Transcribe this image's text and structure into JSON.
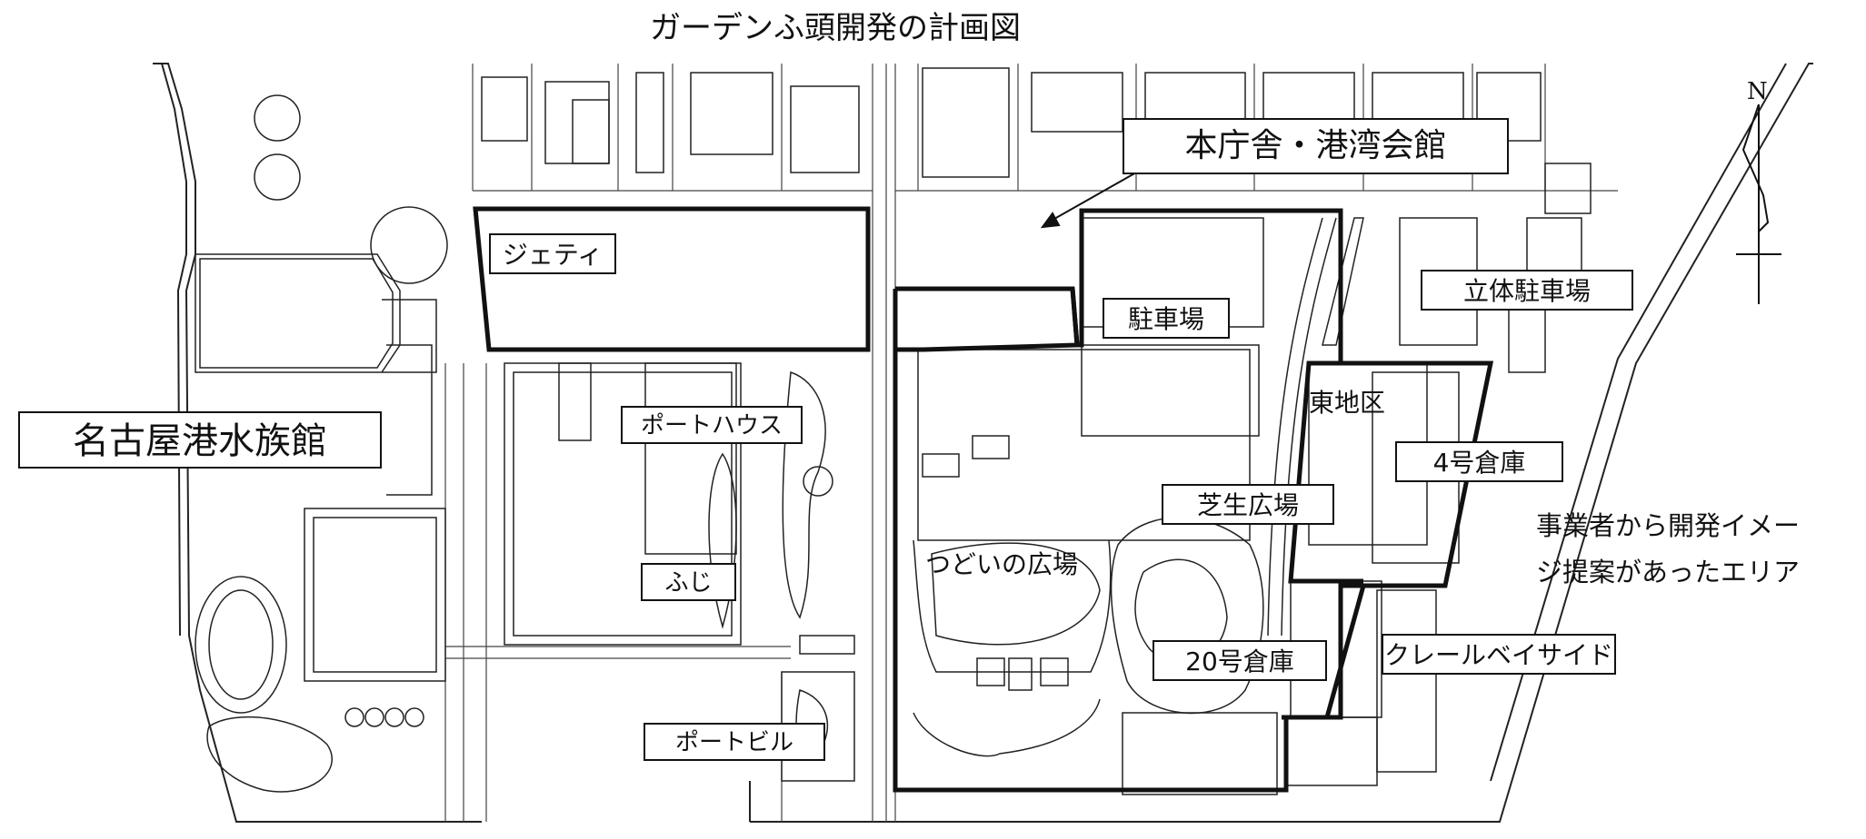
{
  "title": "ガーデンふ頭開発の計画図",
  "north_label": "N",
  "labels": {
    "main_building": "本庁舎・港湾会館",
    "jetty": "ジェティ",
    "parking": "駐車場",
    "multi_parking": "立体駐車場",
    "aquarium": "名古屋港水族館",
    "port_house": "ポートハウス",
    "east_district": "東地区",
    "warehouse4": "4号倉庫",
    "lawn_plaza": "芝生広場",
    "tsudoi_plaza": "つどいの広場",
    "fuji": "ふじ",
    "warehouse20": "20号倉庫",
    "crail_bayside": "クレールベイサイド",
    "port_building": "ポートビル"
  },
  "note_lines": [
    "事業者から開発イメー",
    "ジ提案があったエリア"
  ],
  "colors": {
    "line": "#111111",
    "paper": "#ffffff",
    "roads": "#444444"
  }
}
